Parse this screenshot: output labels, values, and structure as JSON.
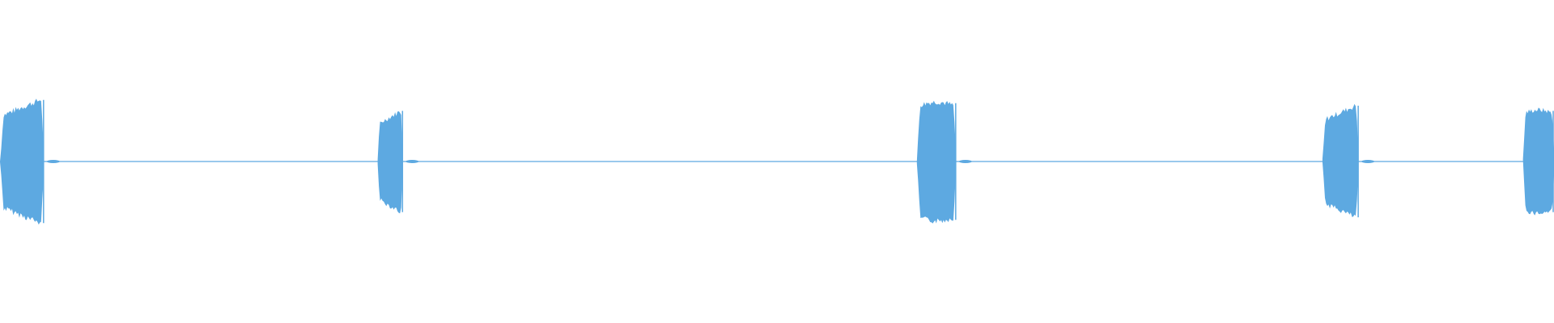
{
  "waveform": {
    "color": "#5DA9E1",
    "background": "#FFFFFF",
    "baseline_level": 0.0,
    "bursts": [
      {
        "start": 0.0,
        "end": 0.028,
        "amplitude": 0.95,
        "shape": "rising"
      },
      {
        "start": 0.243,
        "end": 0.259,
        "amplitude": 0.78,
        "shape": "rising"
      },
      {
        "start": 0.59,
        "end": 0.615,
        "amplitude": 0.9,
        "shape": "flat"
      },
      {
        "start": 0.851,
        "end": 0.874,
        "amplitude": 0.86,
        "shape": "rising"
      },
      {
        "start": 0.98,
        "end": 1.0,
        "amplitude": 0.78,
        "shape": "flat"
      }
    ]
  }
}
